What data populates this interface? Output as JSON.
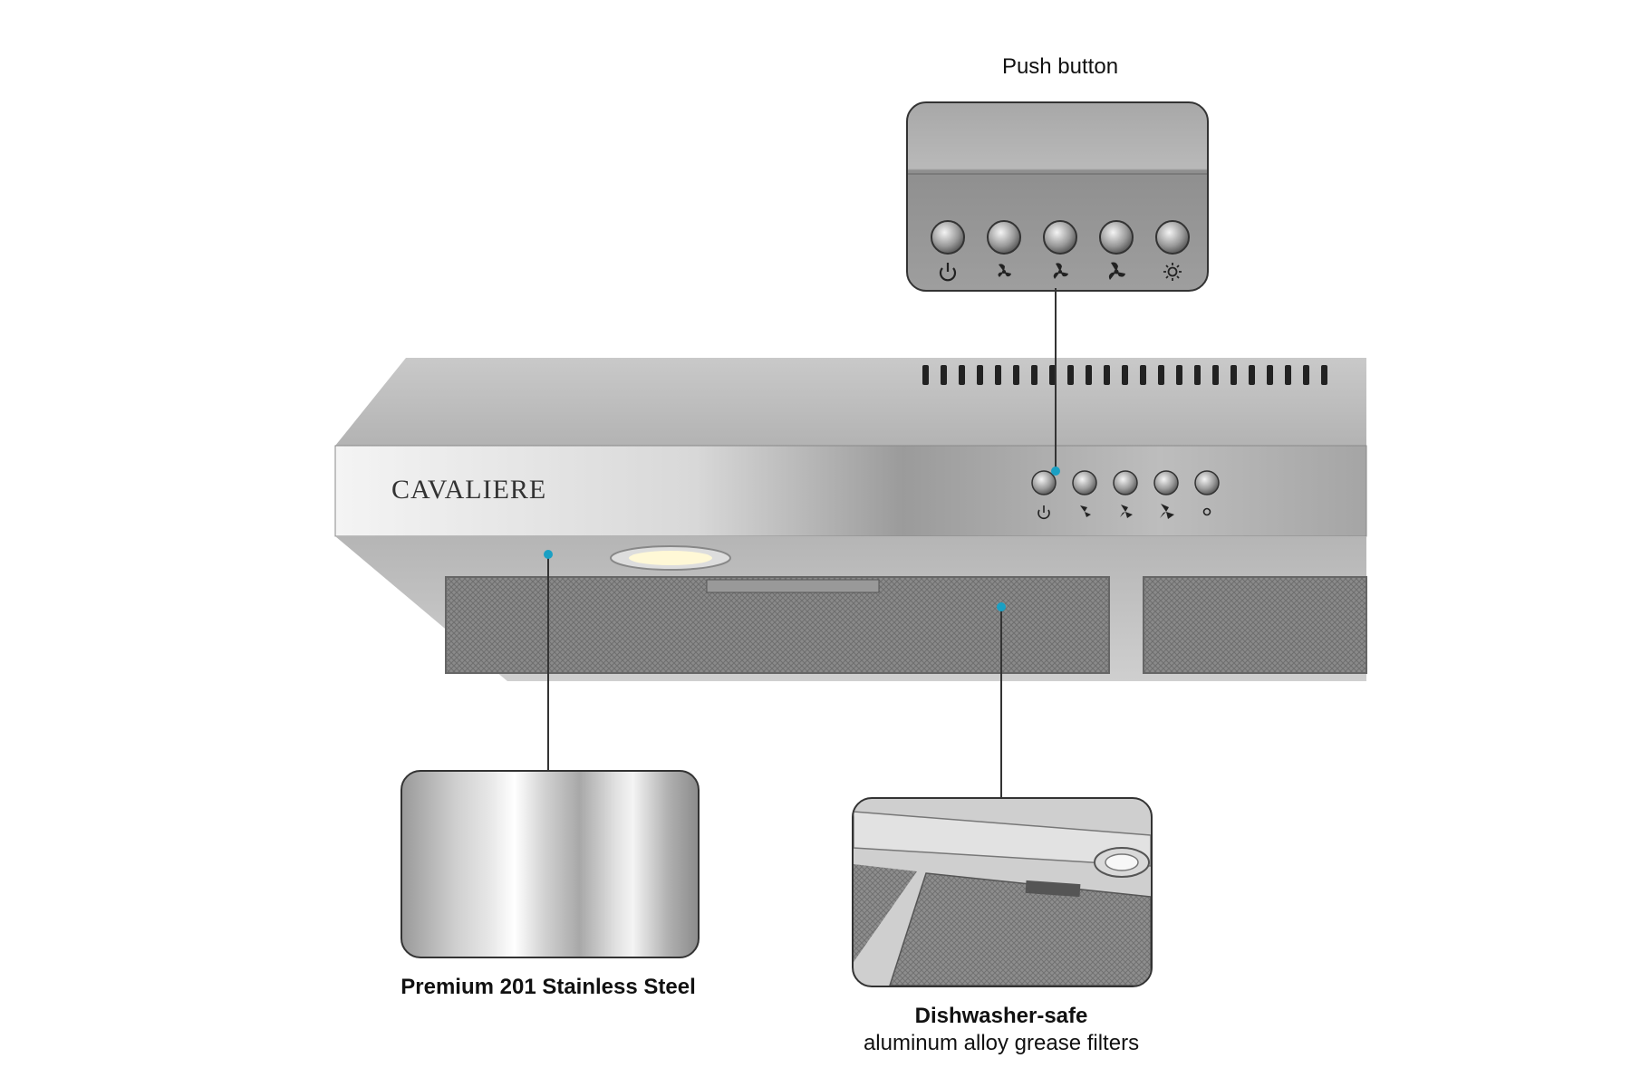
{
  "brand": "CAVALIERE",
  "callouts": {
    "push_button": {
      "label": "Push button"
    },
    "steel": {
      "label": "Premium 201 Stainless Steel"
    },
    "filters": {
      "title": "Dishwasher-safe",
      "subtitle": "aluminum alloy grease filters"
    }
  },
  "controls": [
    {
      "icon": "power-icon"
    },
    {
      "icon": "fan-low-icon"
    },
    {
      "icon": "fan-medium-icon"
    },
    {
      "icon": "fan-high-icon"
    },
    {
      "icon": "light-icon"
    }
  ],
  "colors": {
    "accent_dot": "#1aa0c4",
    "steel_light": "#e6e6e6",
    "steel_dark": "#8d8d8d",
    "outline": "#333333"
  }
}
